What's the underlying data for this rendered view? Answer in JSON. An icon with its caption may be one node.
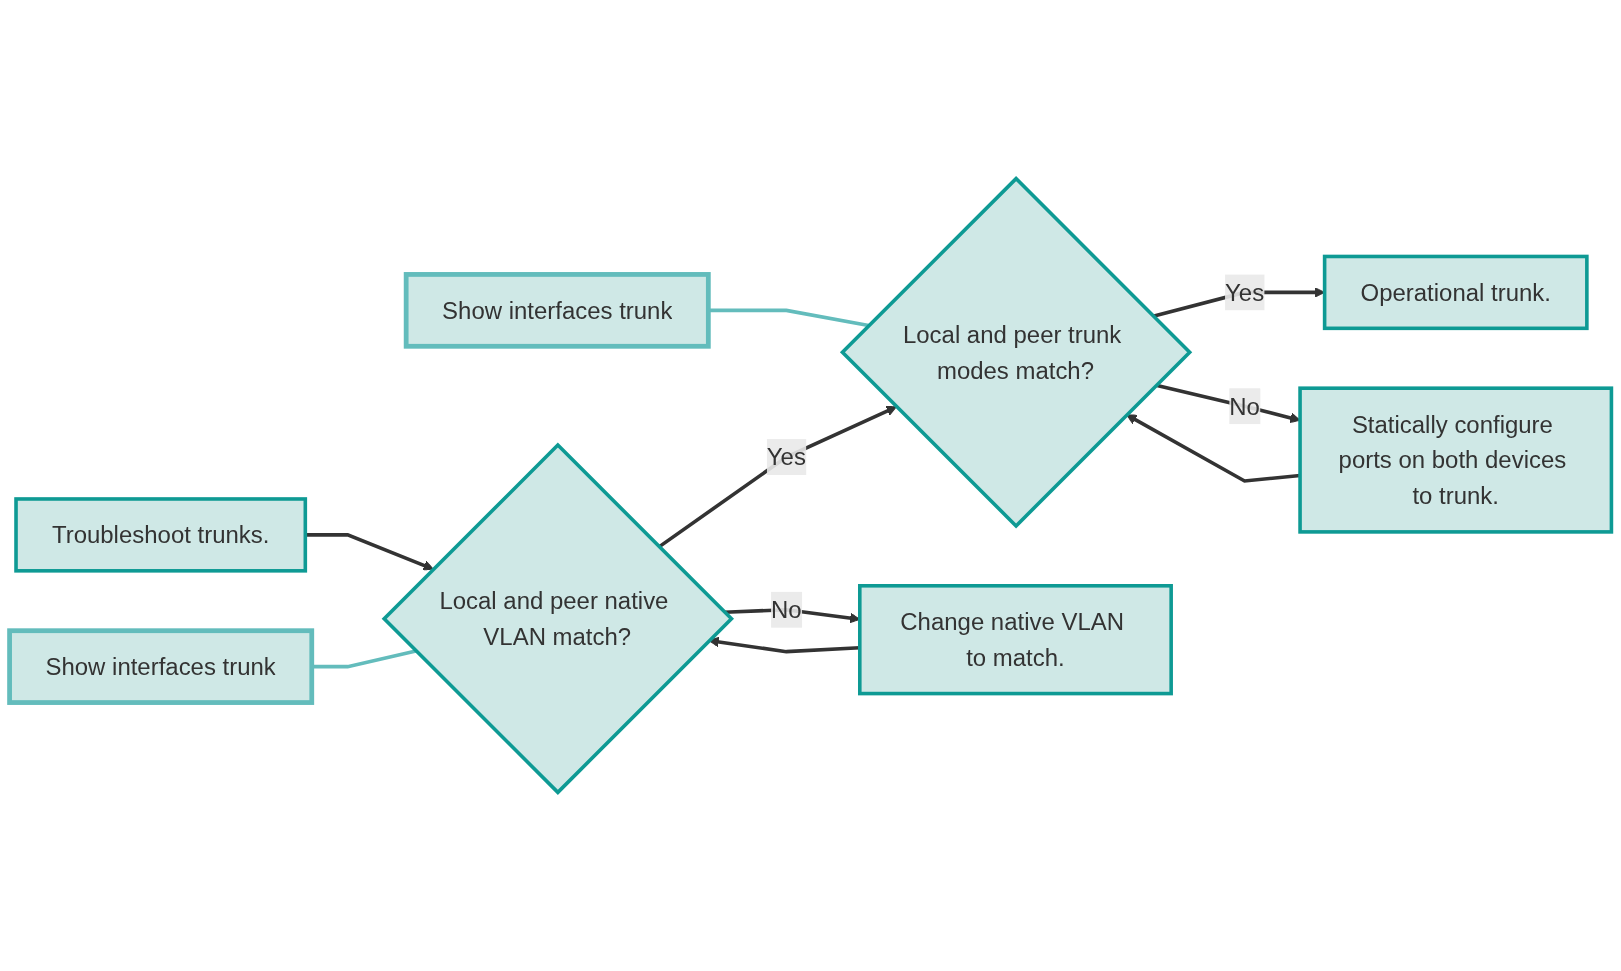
{
  "diagram": {
    "nodes": [
      {
        "text": [
          "Show interfaces trunk"
        ]
      },
      {
        "text": [
          "Show interfaces trunk"
        ]
      },
      {
        "text": [
          "Troubleshoot trunks."
        ]
      },
      {
        "text": [
          "Local and peer native VLAN match?"
        ]
      },
      {
        "text": [
          "Local and peer trunk modes match?"
        ]
      },
      {
        "text": [
          "Operational trunk."
        ]
      },
      {
        "text": [
          "Change native VLAN to match."
        ]
      },
      {
        "text": [
          "Statically configure ports on both devices to trunk."
        ]
      }
    ],
    "edges": [
      {
        "from": 2,
        "to": 3,
        "arrow": "to"
      },
      {
        "from": 3,
        "to": 4,
        "label": "Yes",
        "arrow": "to"
      },
      {
        "from": 4,
        "to": 5,
        "label": "Yes",
        "arrow": "to"
      },
      {
        "from": 3,
        "to": 6,
        "label": "No",
        "arrow": "to"
      },
      {
        "from": 6,
        "to": 3,
        "arrow": "to"
      },
      {
        "from": 4,
        "to": 7,
        "label": "No",
        "arrow": "to"
      },
      {
        "from": 7,
        "to": 4,
        "arrow": "to"
      },
      {
        "from": 0,
        "to": 3,
        "arrow": "none",
        "color": "#63bcbc"
      },
      {
        "from": 1,
        "to": 4,
        "arrow": "none",
        "color": "#63bcbc"
      }
    ]
  }
}
